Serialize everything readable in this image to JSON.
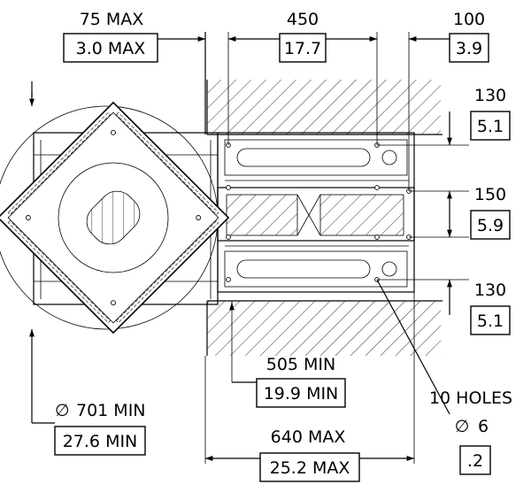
{
  "dimensions": {
    "top_left": {
      "value": "75 MAX",
      "inch": "3.0 MAX"
    },
    "top_mid": {
      "value": "450",
      "inch": "17.7"
    },
    "top_right": {
      "value": "100",
      "inch": "3.9"
    },
    "right_1": {
      "value": "130",
      "inch": "5.1"
    },
    "right_2": {
      "value": "150",
      "inch": "5.9"
    },
    "right_3": {
      "value": "130",
      "inch": "5.1"
    },
    "min_depth": {
      "value": "505 MIN",
      "inch": "19.9 MIN"
    },
    "diameter": {
      "symbol": "∅",
      "value": "701 MIN",
      "inch": "27.6 MIN"
    },
    "max_depth": {
      "value": "640 MAX",
      "inch": "25.2 MAX"
    },
    "holes": {
      "label": "10 HOLES",
      "symbol": "∅",
      "value": "6",
      "inch": ".2"
    }
  }
}
